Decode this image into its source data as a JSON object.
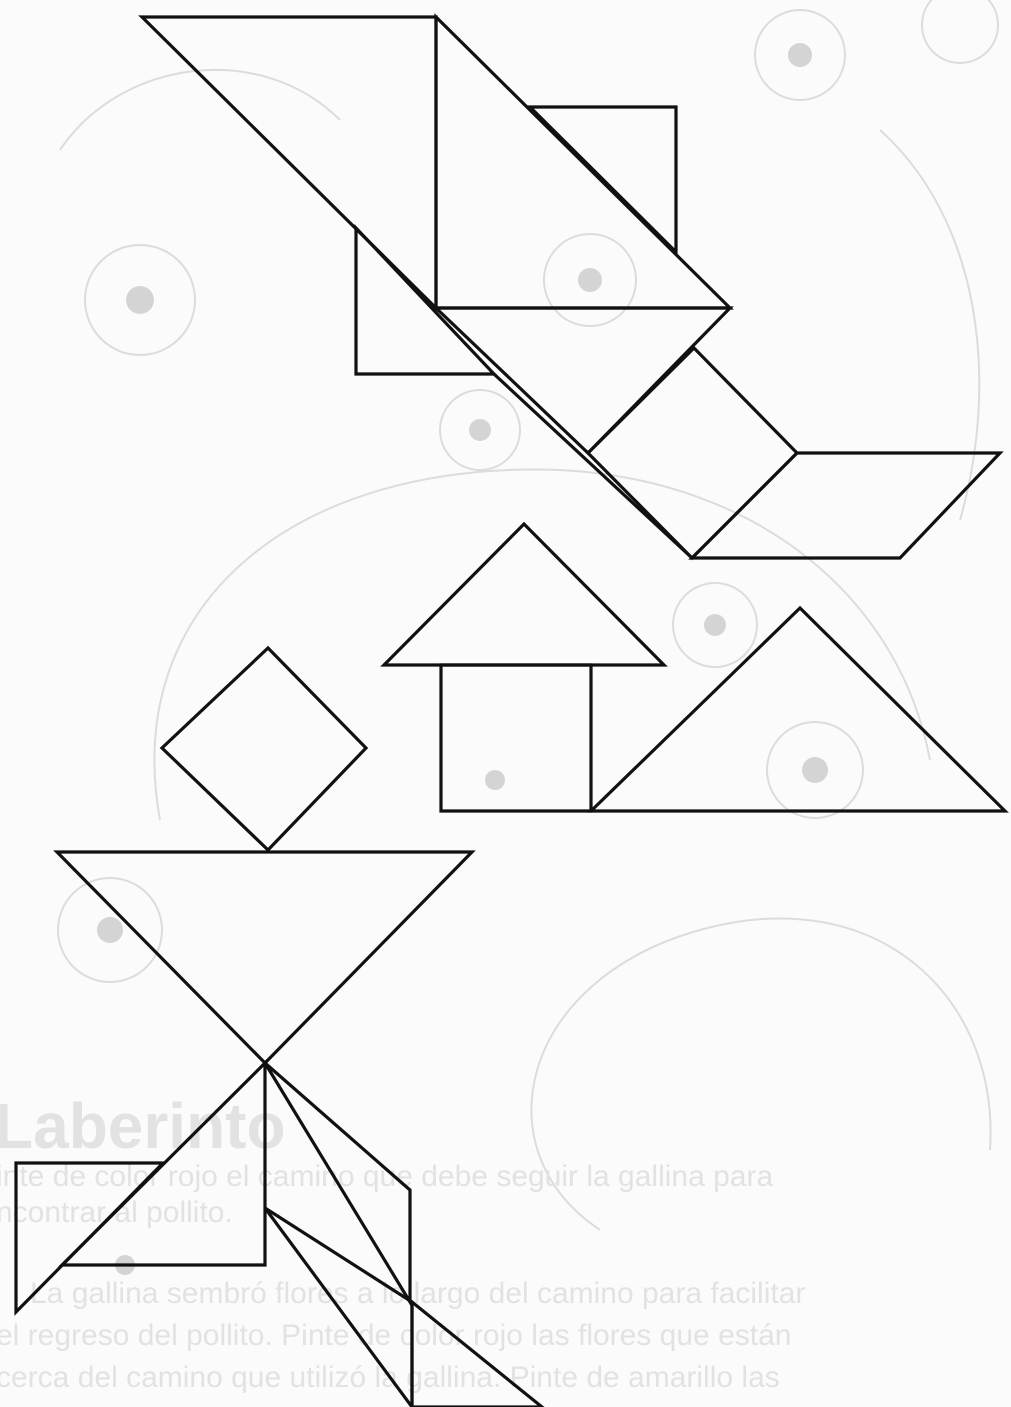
{
  "figures": [
    {
      "name": "tangram-bird",
      "piece_count": 7
    },
    {
      "name": "tangram-house",
      "piece_count": 3
    },
    {
      "name": "tangram-person",
      "piece_count": 7
    }
  ],
  "background_text": {
    "heading": "Laberinto",
    "lines": [
      "inte de color rojo el camino que debe seguir la gallina para",
      "ncontrar al pollito.",
      "La gallina sembró flores a lo largo del camino para facilitar",
      "el regreso del pollito. Pinte de color rojo las flores que están",
      "cerca del camino que utilizó la gallina. Pinte de amarillo las"
    ]
  },
  "colors": {
    "outline": "#111111",
    "background_art": "#dcdcdc",
    "paper": "#fbfbfb"
  }
}
